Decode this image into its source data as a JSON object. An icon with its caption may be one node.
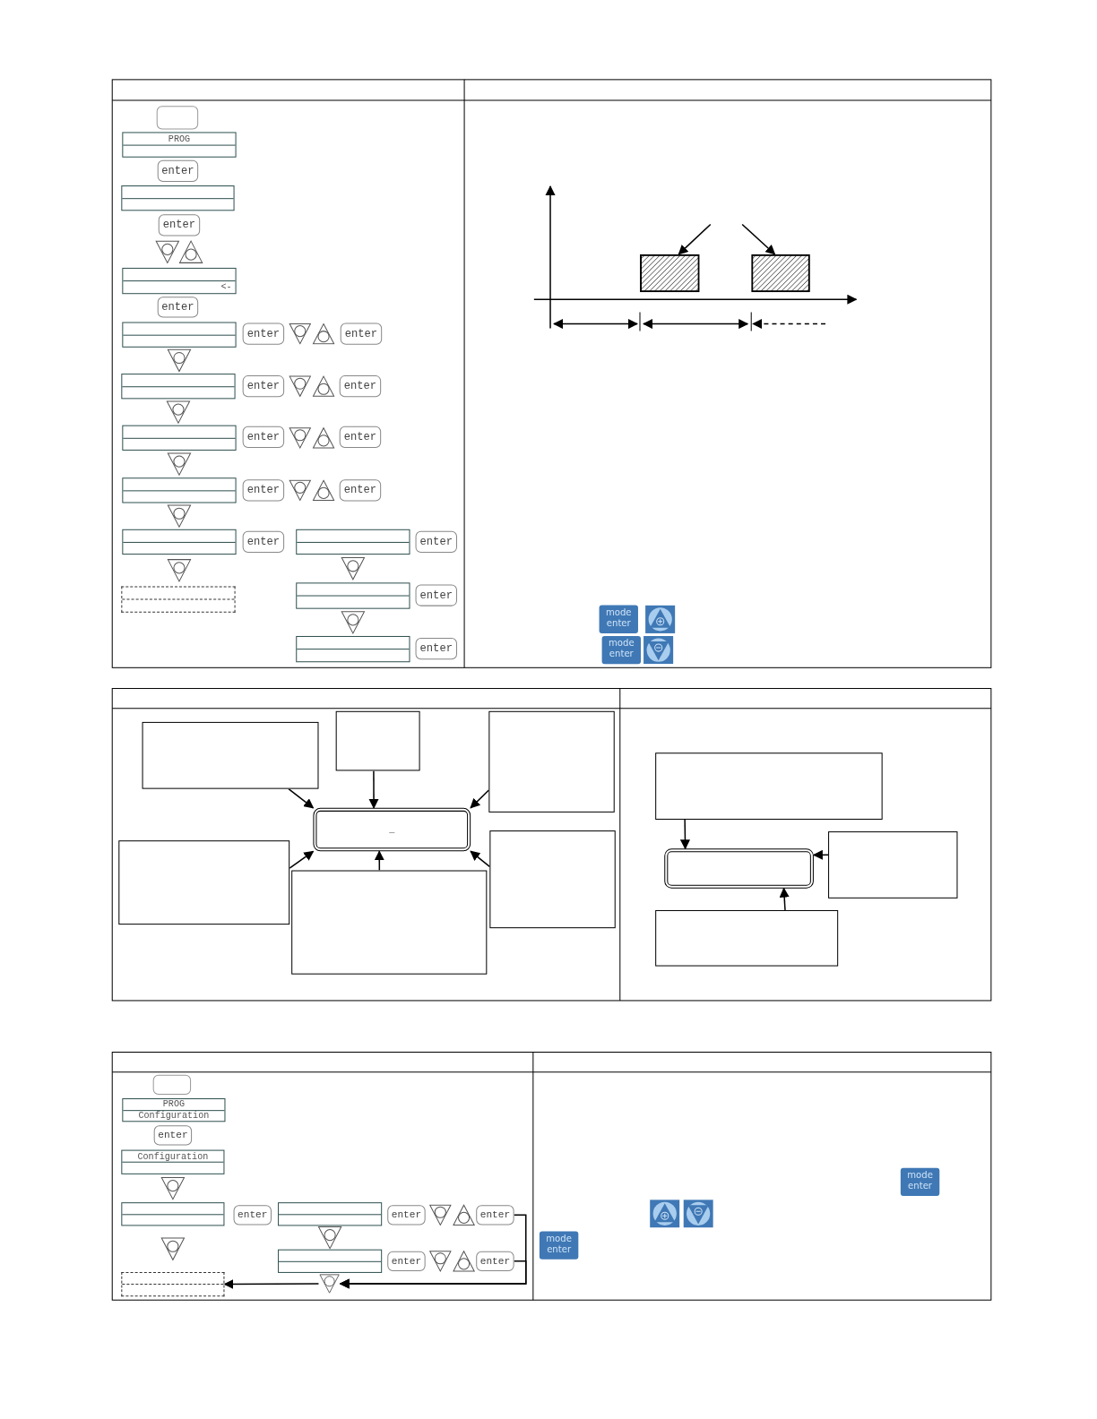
{
  "diagram": {
    "nodes": [
      {
        "text": [],
        "shape": "box"
      },
      {
        "text": [
          "PROG"
        ]
      },
      {
        "text": [
          "enter"
        ]
      },
      {
        "text": [],
        "shape": "box"
      },
      {
        "text": [
          "enter"
        ]
      },
      {
        "text": [
          "<-"
        ]
      },
      {
        "text": [
          "enter"
        ]
      },
      {
        "text": [],
        "shape": "box"
      },
      {
        "text": [
          "enter"
        ]
      },
      {
        "text": [
          "enter"
        ]
      },
      {
        "text": [],
        "shape": "box"
      },
      {
        "text": [
          "enter"
        ]
      },
      {
        "text": [
          "enter"
        ]
      },
      {
        "text": [],
        "shape": "box"
      },
      {
        "text": [
          "enter"
        ]
      },
      {
        "text": [
          "enter"
        ]
      },
      {
        "text": [],
        "shape": "box"
      },
      {
        "text": [
          "enter"
        ]
      },
      {
        "text": [
          "enter"
        ]
      },
      {
        "text": [],
        "shape": "box"
      },
      {
        "text": [
          "enter"
        ]
      },
      {
        "text": [],
        "shape": "box"
      },
      {
        "text": [
          "enter"
        ]
      },
      {
        "text": [],
        "shape": "box"
      },
      {
        "text": [],
        "shape": "box"
      },
      {
        "text": [
          "enter"
        ]
      },
      {
        "text": [],
        "shape": "box"
      },
      {
        "text": [
          "enter"
        ]
      },
      {
        "text": [],
        "shape": "bar"
      },
      {
        "text": [],
        "shape": "bar"
      },
      {
        "text": [],
        "shape": "box"
      },
      {
        "text": [],
        "shape": "box"
      },
      {
        "text": [],
        "shape": "box"
      },
      {
        "text": [
          "_"
        ]
      },
      {
        "text": [],
        "shape": "box"
      },
      {
        "text": [],
        "shape": "box"
      },
      {
        "text": [],
        "shape": "box"
      },
      {
        "text": [],
        "shape": "box"
      },
      {
        "text": [],
        "shape": "box"
      },
      {
        "text": [],
        "shape": "box"
      },
      {
        "text": [],
        "shape": "box"
      },
      {
        "text": [],
        "shape": "box"
      },
      {
        "text": [
          "PROG",
          "Configuration"
        ]
      },
      {
        "text": [
          "enter"
        ]
      },
      {
        "text": [
          "Configuration"
        ]
      },
      {
        "text": [],
        "shape": "box"
      },
      {
        "text": [
          "enter"
        ]
      },
      {
        "text": [],
        "shape": "box"
      },
      {
        "text": [
          "enter"
        ]
      },
      {
        "text": [
          "enter"
        ]
      },
      {
        "text": [],
        "shape": "box"
      },
      {
        "text": [
          "enter"
        ]
      },
      {
        "text": [
          "enter"
        ]
      },
      {
        "text": [],
        "shape": "box"
      },
      {
        "text": [],
        "shape": "triangle"
      }
    ],
    "edges": [
      {
        "from": null,
        "to": 28,
        "arrow": "to"
      },
      {
        "from": null,
        "to": 29,
        "arrow": "to"
      },
      {
        "from": 30,
        "to": 33,
        "arrow": "to"
      },
      {
        "from": 31,
        "to": 33,
        "arrow": "to"
      },
      {
        "from": 32,
        "to": 33,
        "arrow": "to"
      },
      {
        "from": 34,
        "to": 33,
        "arrow": "to"
      },
      {
        "from": 35,
        "to": 33,
        "arrow": "to"
      },
      {
        "from": 36,
        "to": 33,
        "arrow": "to"
      },
      {
        "from": 37,
        "to": 38,
        "arrow": "to"
      },
      {
        "from": 39,
        "to": 38,
        "arrow": "to"
      },
      {
        "from": 40,
        "to": 38,
        "arrow": "to"
      },
      {
        "from": 49,
        "to": 54,
        "arrow": "to"
      },
      {
        "from": 52,
        "to": 54,
        "arrow": "to"
      },
      {
        "from": 54,
        "to": 53,
        "arrow": "to"
      },
      {
        "from": 7,
        "to": 10,
        "arrow": "to"
      },
      {
        "from": 10,
        "to": 13,
        "arrow": "to"
      },
      {
        "from": 13,
        "to": 16,
        "arrow": "to"
      },
      {
        "from": 16,
        "to": 19,
        "arrow": "to"
      },
      {
        "from": 19,
        "to": 23,
        "arrow": "to"
      },
      {
        "from": 21,
        "to": 24,
        "arrow": "to"
      },
      {
        "from": 24,
        "to": 26,
        "arrow": "to"
      },
      {
        "from": 4,
        "to": 5,
        "arrow": "to"
      },
      {
        "from": 5,
        "to": 4,
        "arrow": "to"
      },
      {
        "from": 44,
        "to": 45,
        "arrow": "to"
      },
      {
        "from": 47,
        "to": 50,
        "arrow": "to"
      },
      {
        "from": 45,
        "to": 53,
        "arrow": "to"
      }
    ],
    "labels": [
      "mode enter",
      "mode enter",
      "mode enter",
      "mode enter"
    ]
  }
}
